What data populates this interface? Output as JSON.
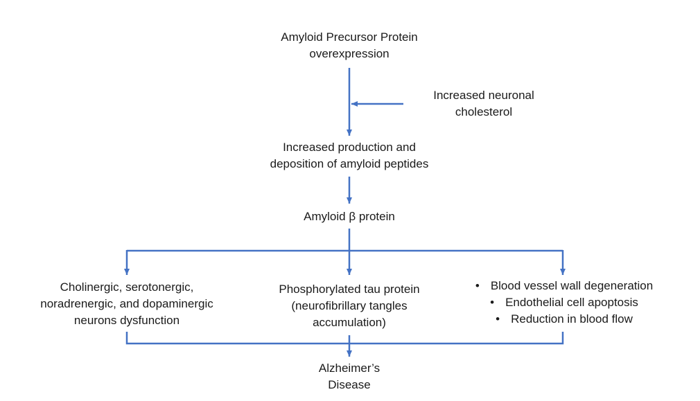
{
  "nodes": {
    "app_overexpression": {
      "lines": [
        "Amyloid Precursor Protein",
        "overexpression"
      ]
    },
    "neuronal_cholesterol": {
      "lines": [
        "Increased neuronal",
        "cholesterol"
      ]
    },
    "amyloid_production": {
      "lines": [
        "Increased production and",
        "deposition of amyloid peptides"
      ]
    },
    "amyloid_beta": {
      "lines": [
        "Amyloid β protein"
      ]
    },
    "neuron_dysfunction": {
      "lines": [
        "Cholinergic, serotonergic,",
        "noradrenergic, and dopaminergic",
        "neurons dysfunction"
      ]
    },
    "tau_protein": {
      "lines": [
        "Phosphorylated tau protein",
        "(neurofibrillary tangles",
        "accumulation)"
      ]
    },
    "vascular_effects": {
      "items": [
        "Blood vessel wall degeneration",
        "Endothelial cell apoptosis",
        "Reduction in blood flow"
      ]
    },
    "alzheimers": {
      "lines": [
        "Alzheimer’s",
        "Disease"
      ]
    }
  },
  "colors": {
    "arrow": "#4472c4",
    "text": "#1a1a1a"
  }
}
